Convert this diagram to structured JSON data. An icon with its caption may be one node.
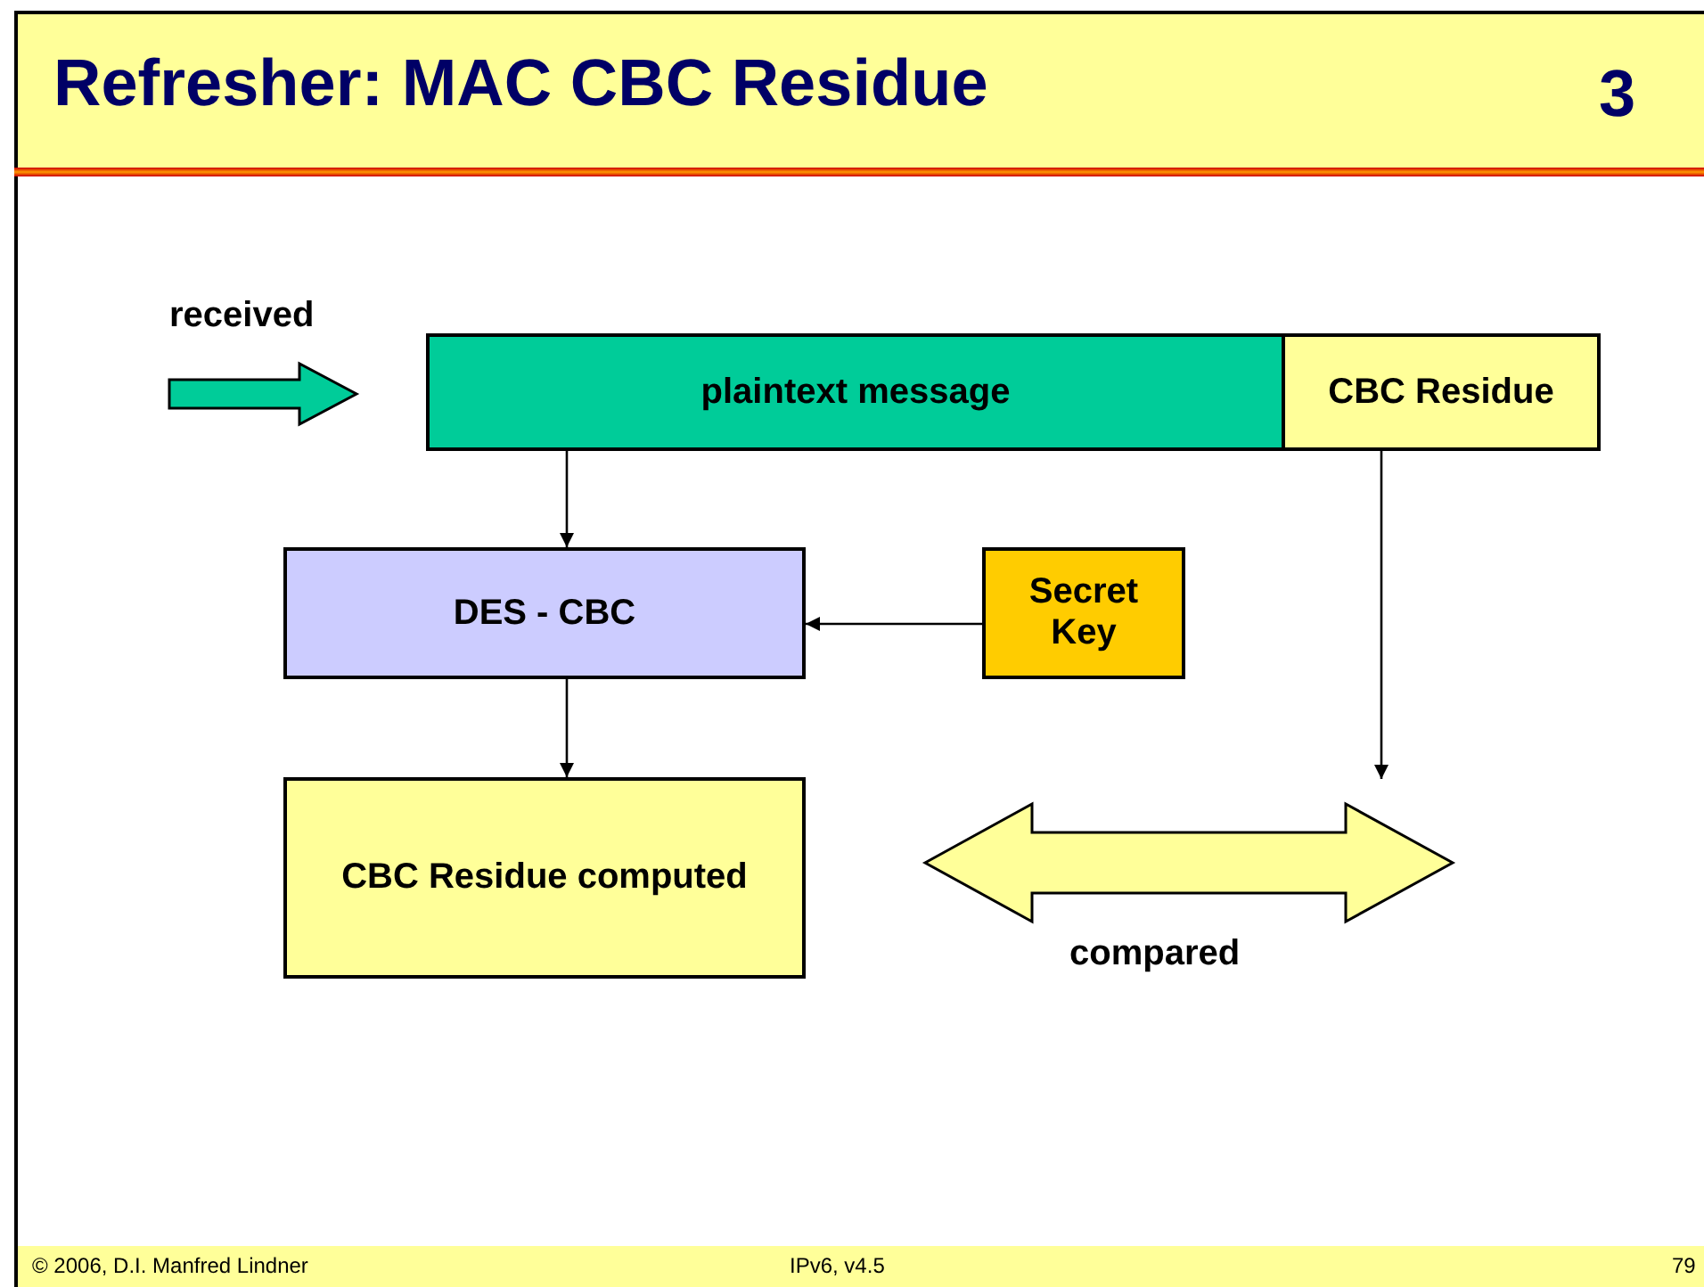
{
  "diagram": {
    "title": "Refresher: MAC CBC Residue",
    "nodes": [
      {
        "text": [
          "plaintext message"
        ]
      },
      {
        "text": [
          "CBC Residue"
        ]
      },
      {
        "text": [
          "DES - CBC"
        ]
      },
      {
        "text": [
          "Secret Key"
        ]
      },
      {
        "text": [
          "CBC Residue computed"
        ]
      }
    ],
    "edges": [
      {
        "from": 0,
        "to": 2,
        "arrow": "to"
      },
      {
        "from": 3,
        "to": 2,
        "arrow": "to"
      },
      {
        "from": 2,
        "to": 4,
        "arrow": "to"
      },
      {
        "from": 1,
        "to": null,
        "arrow": "to"
      }
    ],
    "labels": [
      "3",
      "received",
      "compared",
      "© 2006, D.I. Manfred Lindner",
      "IPv6, v4.5",
      "79"
    ]
  }
}
